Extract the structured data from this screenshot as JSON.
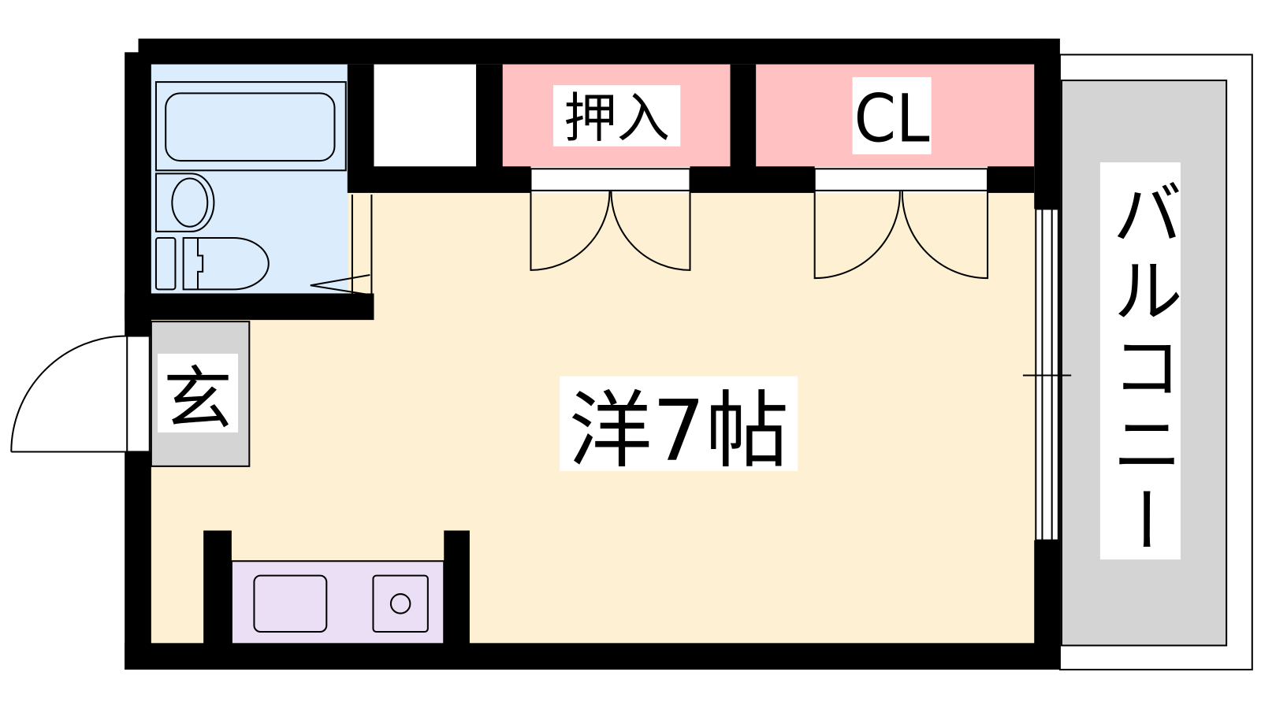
{
  "rooms": {
    "western_room": {
      "label": "洋7帖",
      "color": "#fdf0d3"
    },
    "closet_oshiire": {
      "label": "押入",
      "color": "#ffc1c1"
    },
    "closet_cl": {
      "label": "CL",
      "color": "#ffc1c1"
    },
    "entrance": {
      "label": "玄",
      "color": "#d4d4d4"
    },
    "balcony": {
      "label": "バルコニー",
      "color": "#d4d4d4"
    },
    "bathroom": {
      "color": "#dbecfd"
    },
    "kitchen": {
      "color": "#ebdff5"
    }
  }
}
